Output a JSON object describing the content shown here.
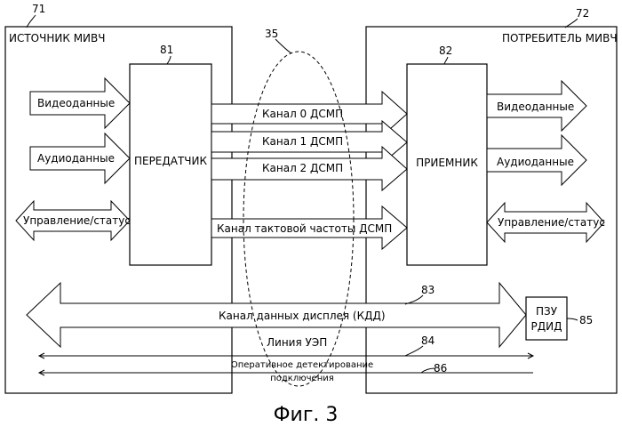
{
  "refs": {
    "source_block": "71",
    "sink_block": "72",
    "transmitter": "81",
    "receiver": "82",
    "tmds_group": "35",
    "ddc": "83",
    "cec": "84",
    "edid": "85",
    "hpd": "86"
  },
  "source": {
    "title": "ИСТОЧНИК МИВЧ",
    "transmitter": "ПЕРЕДАТЧИК",
    "inputs": [
      "Видеоданные",
      "Аудиоданные",
      "Управление/статус"
    ]
  },
  "sink": {
    "title": "ПОТРЕБИТЕЛЬ МИВЧ",
    "receiver": "ПРИЕМНИК",
    "outputs": [
      "Видеоданные",
      "Аудиоданные",
      "Управление/статус"
    ]
  },
  "channels": [
    "Канал 0 ДСМП",
    "Канал 1 ДСМП",
    "Канал 2 ДСМП",
    "Канал тактовой частоты ДСМП"
  ],
  "ddc_label": "Канал данных дисплея (КДД)",
  "edid_rom": [
    "ПЗУ",
    "РДИД"
  ],
  "cec_label": "Линия УЭП",
  "hpd_label": [
    "Оперативное детектирование",
    "подключения"
  ],
  "caption": "Фиг. 3"
}
